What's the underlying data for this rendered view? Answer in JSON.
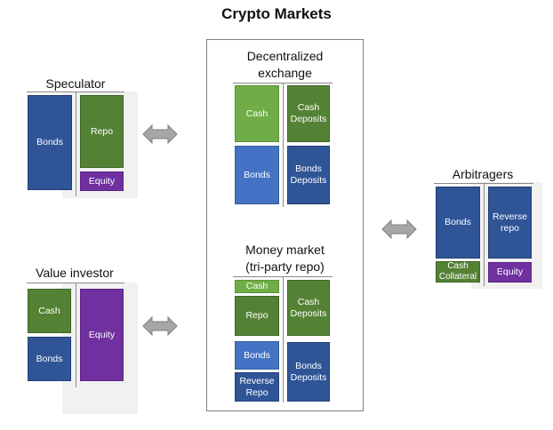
{
  "title": "Crypto Markets",
  "speculator": {
    "title": "Speculator",
    "assets": [
      "Bonds"
    ],
    "liabilities": [
      "Repo",
      "Equity"
    ]
  },
  "value_investor": {
    "title": "Value investor",
    "assets": [
      "Cash",
      "Bonds"
    ],
    "liabilities": [
      "Equity"
    ]
  },
  "dex": {
    "title_line1": "Decentralized",
    "title_line2": "exchange",
    "assets": [
      "Cash",
      "Bonds"
    ],
    "liabilities": [
      "Cash Deposits",
      "Bonds Deposits"
    ]
  },
  "money_market": {
    "title_line1": "Money market",
    "title_line2": "(tri-party repo)",
    "assets": [
      "Cash",
      "Repo",
      "Bonds",
      "Reverse Repo"
    ],
    "liabilities": [
      "Cash Deposits",
      "Bonds Deposits"
    ]
  },
  "arbitragers": {
    "title": "Arbitragers",
    "assets": [
      "Bonds",
      "Cash Collateral"
    ],
    "liabilities": [
      "Reverse repo",
      "Equity"
    ]
  },
  "colors": {
    "dark_blue": "#2f5597",
    "light_blue": "#4472c4",
    "dark_green": "#548235",
    "light_green": "#70ad47",
    "purple": "#7030a0",
    "arrow_gray": "#a6a6a6"
  }
}
